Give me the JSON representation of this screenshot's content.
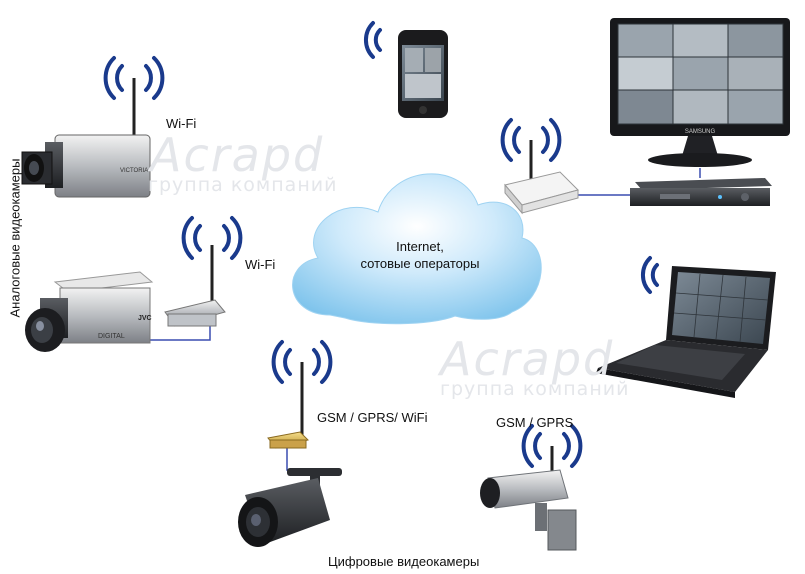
{
  "watermark": {
    "brand": "Acrapd",
    "tagline": "группа компаний"
  },
  "labels": {
    "wifi_top": "Wi-Fi",
    "wifi_mid": "Wi-Fi",
    "gsm_wifi": "GSM / GPRS/ WiFi",
    "gsm": "GSM / GPRS",
    "analog_cameras": "Аналоговые видеокамеры",
    "digital_cameras": "Цифровые видеокамеры",
    "cloud_line1": "Internet,",
    "cloud_line2": "сотовые операторы"
  },
  "monitor": {
    "brand": "SAMSUNG"
  },
  "camera": {
    "brand": "JVC",
    "model": "DIGITAL"
  },
  "colors": {
    "signal": "#1a3a8c",
    "cable": "#3a4db0",
    "cloud_top": "#e8f6fd",
    "cloud_bottom": "#8fcdf0"
  }
}
